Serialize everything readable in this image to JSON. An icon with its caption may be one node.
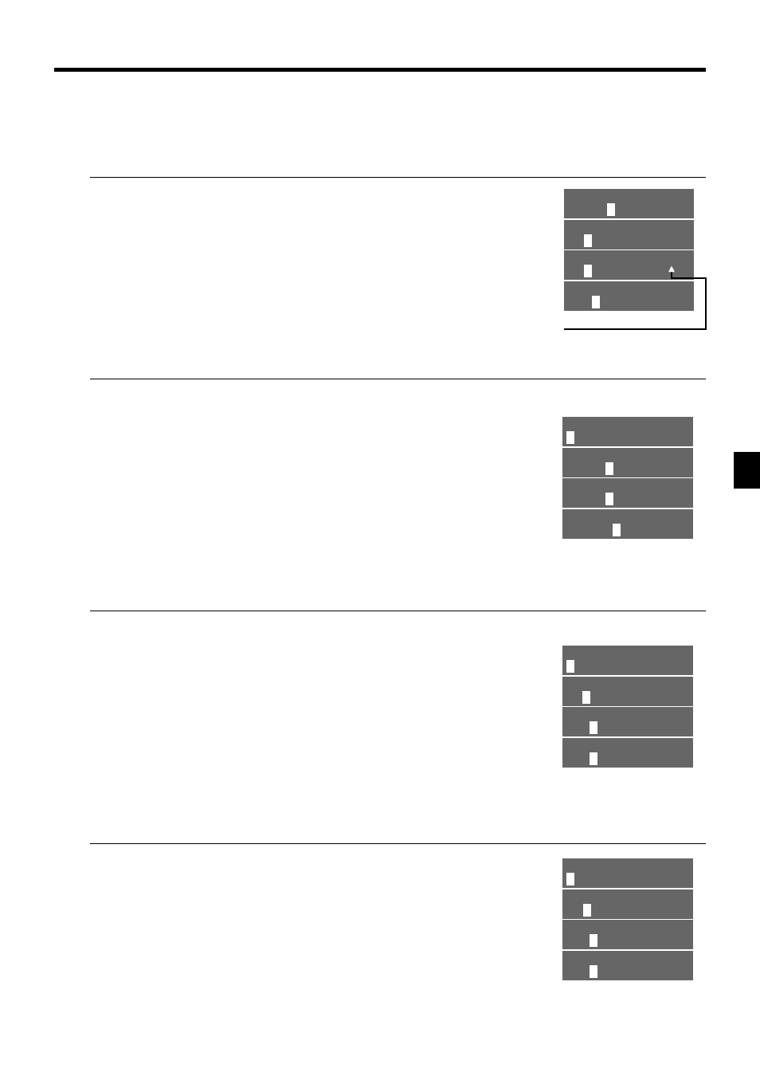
{
  "diagram": {
    "nodes": [
      {
        "text": [],
        "shape": "box"
      },
      {
        "text": [],
        "shape": "box"
      },
      {
        "text": [],
        "shape": "box"
      },
      {
        "text": [],
        "shape": "box"
      },
      {
        "text": [],
        "shape": "box"
      },
      {
        "text": [],
        "shape": "box"
      },
      {
        "text": [],
        "shape": "box"
      },
      {
        "text": [],
        "shape": "box"
      },
      {
        "text": [],
        "shape": "box"
      },
      {
        "text": [],
        "shape": "box"
      },
      {
        "text": [],
        "shape": "box"
      },
      {
        "text": [],
        "shape": "box"
      },
      {
        "text": [],
        "shape": "box"
      },
      {
        "text": [],
        "shape": "box"
      },
      {
        "text": [],
        "shape": "box"
      },
      {
        "text": [],
        "shape": "box"
      }
    ],
    "edges": [
      {
        "from": null,
        "to": 2,
        "arrow": "to"
      }
    ]
  }
}
